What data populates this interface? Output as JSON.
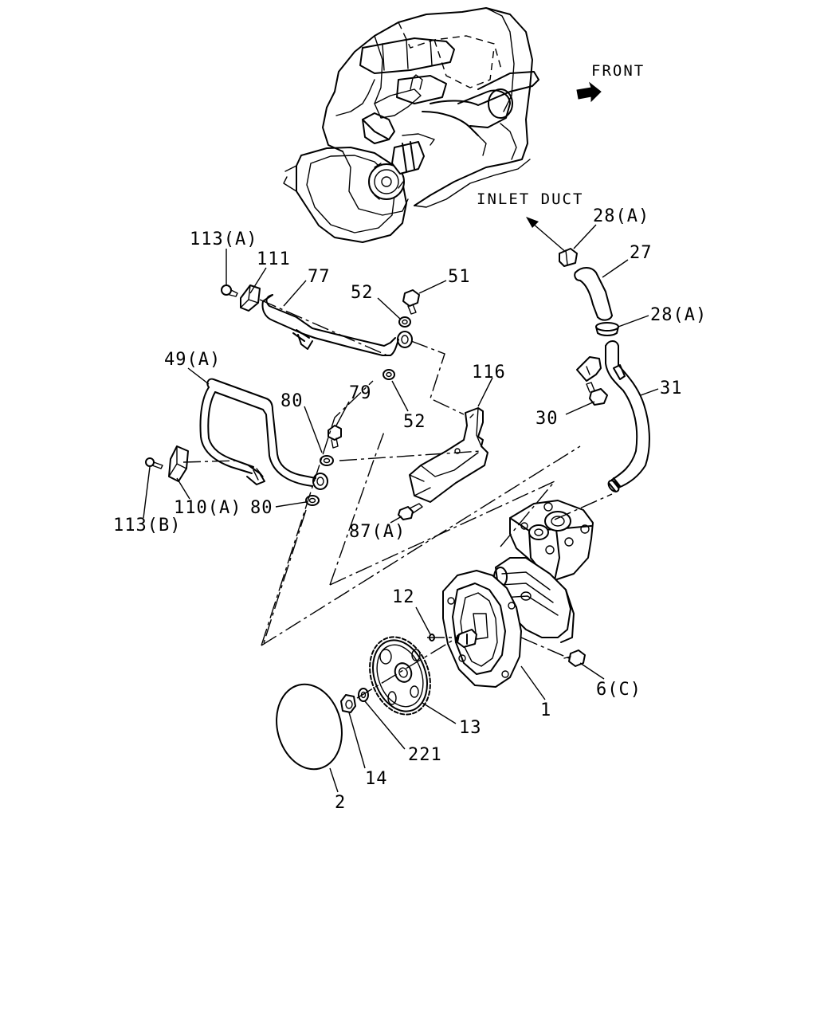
{
  "labels": {
    "front": "FRONT",
    "inlet_duct": "INLET DUCT",
    "p113a": "113(A)",
    "p111": "111",
    "p77": "77",
    "p52_top": "52",
    "p51": "51",
    "p28a_top": "28(A)",
    "p27": "27",
    "p28a_bottom": "28(A)",
    "p49a": "49(A)",
    "p80_top": "80",
    "p79": "79",
    "p116": "116",
    "p52_mid": "52",
    "p31": "31",
    "p30": "30",
    "p113b": "113(B)",
    "p110a": "110(A)",
    "p80_bottom": "80",
    "p87a": "87(A)",
    "p12": "12",
    "p6c": "6(C)",
    "p1": "1",
    "p13": "13",
    "p221": "221",
    "p14": "14",
    "p2": "2"
  },
  "icons": {
    "front_arrow": "front-direction-arrow",
    "inlet_arrow": "inlet-direction-arrow"
  }
}
